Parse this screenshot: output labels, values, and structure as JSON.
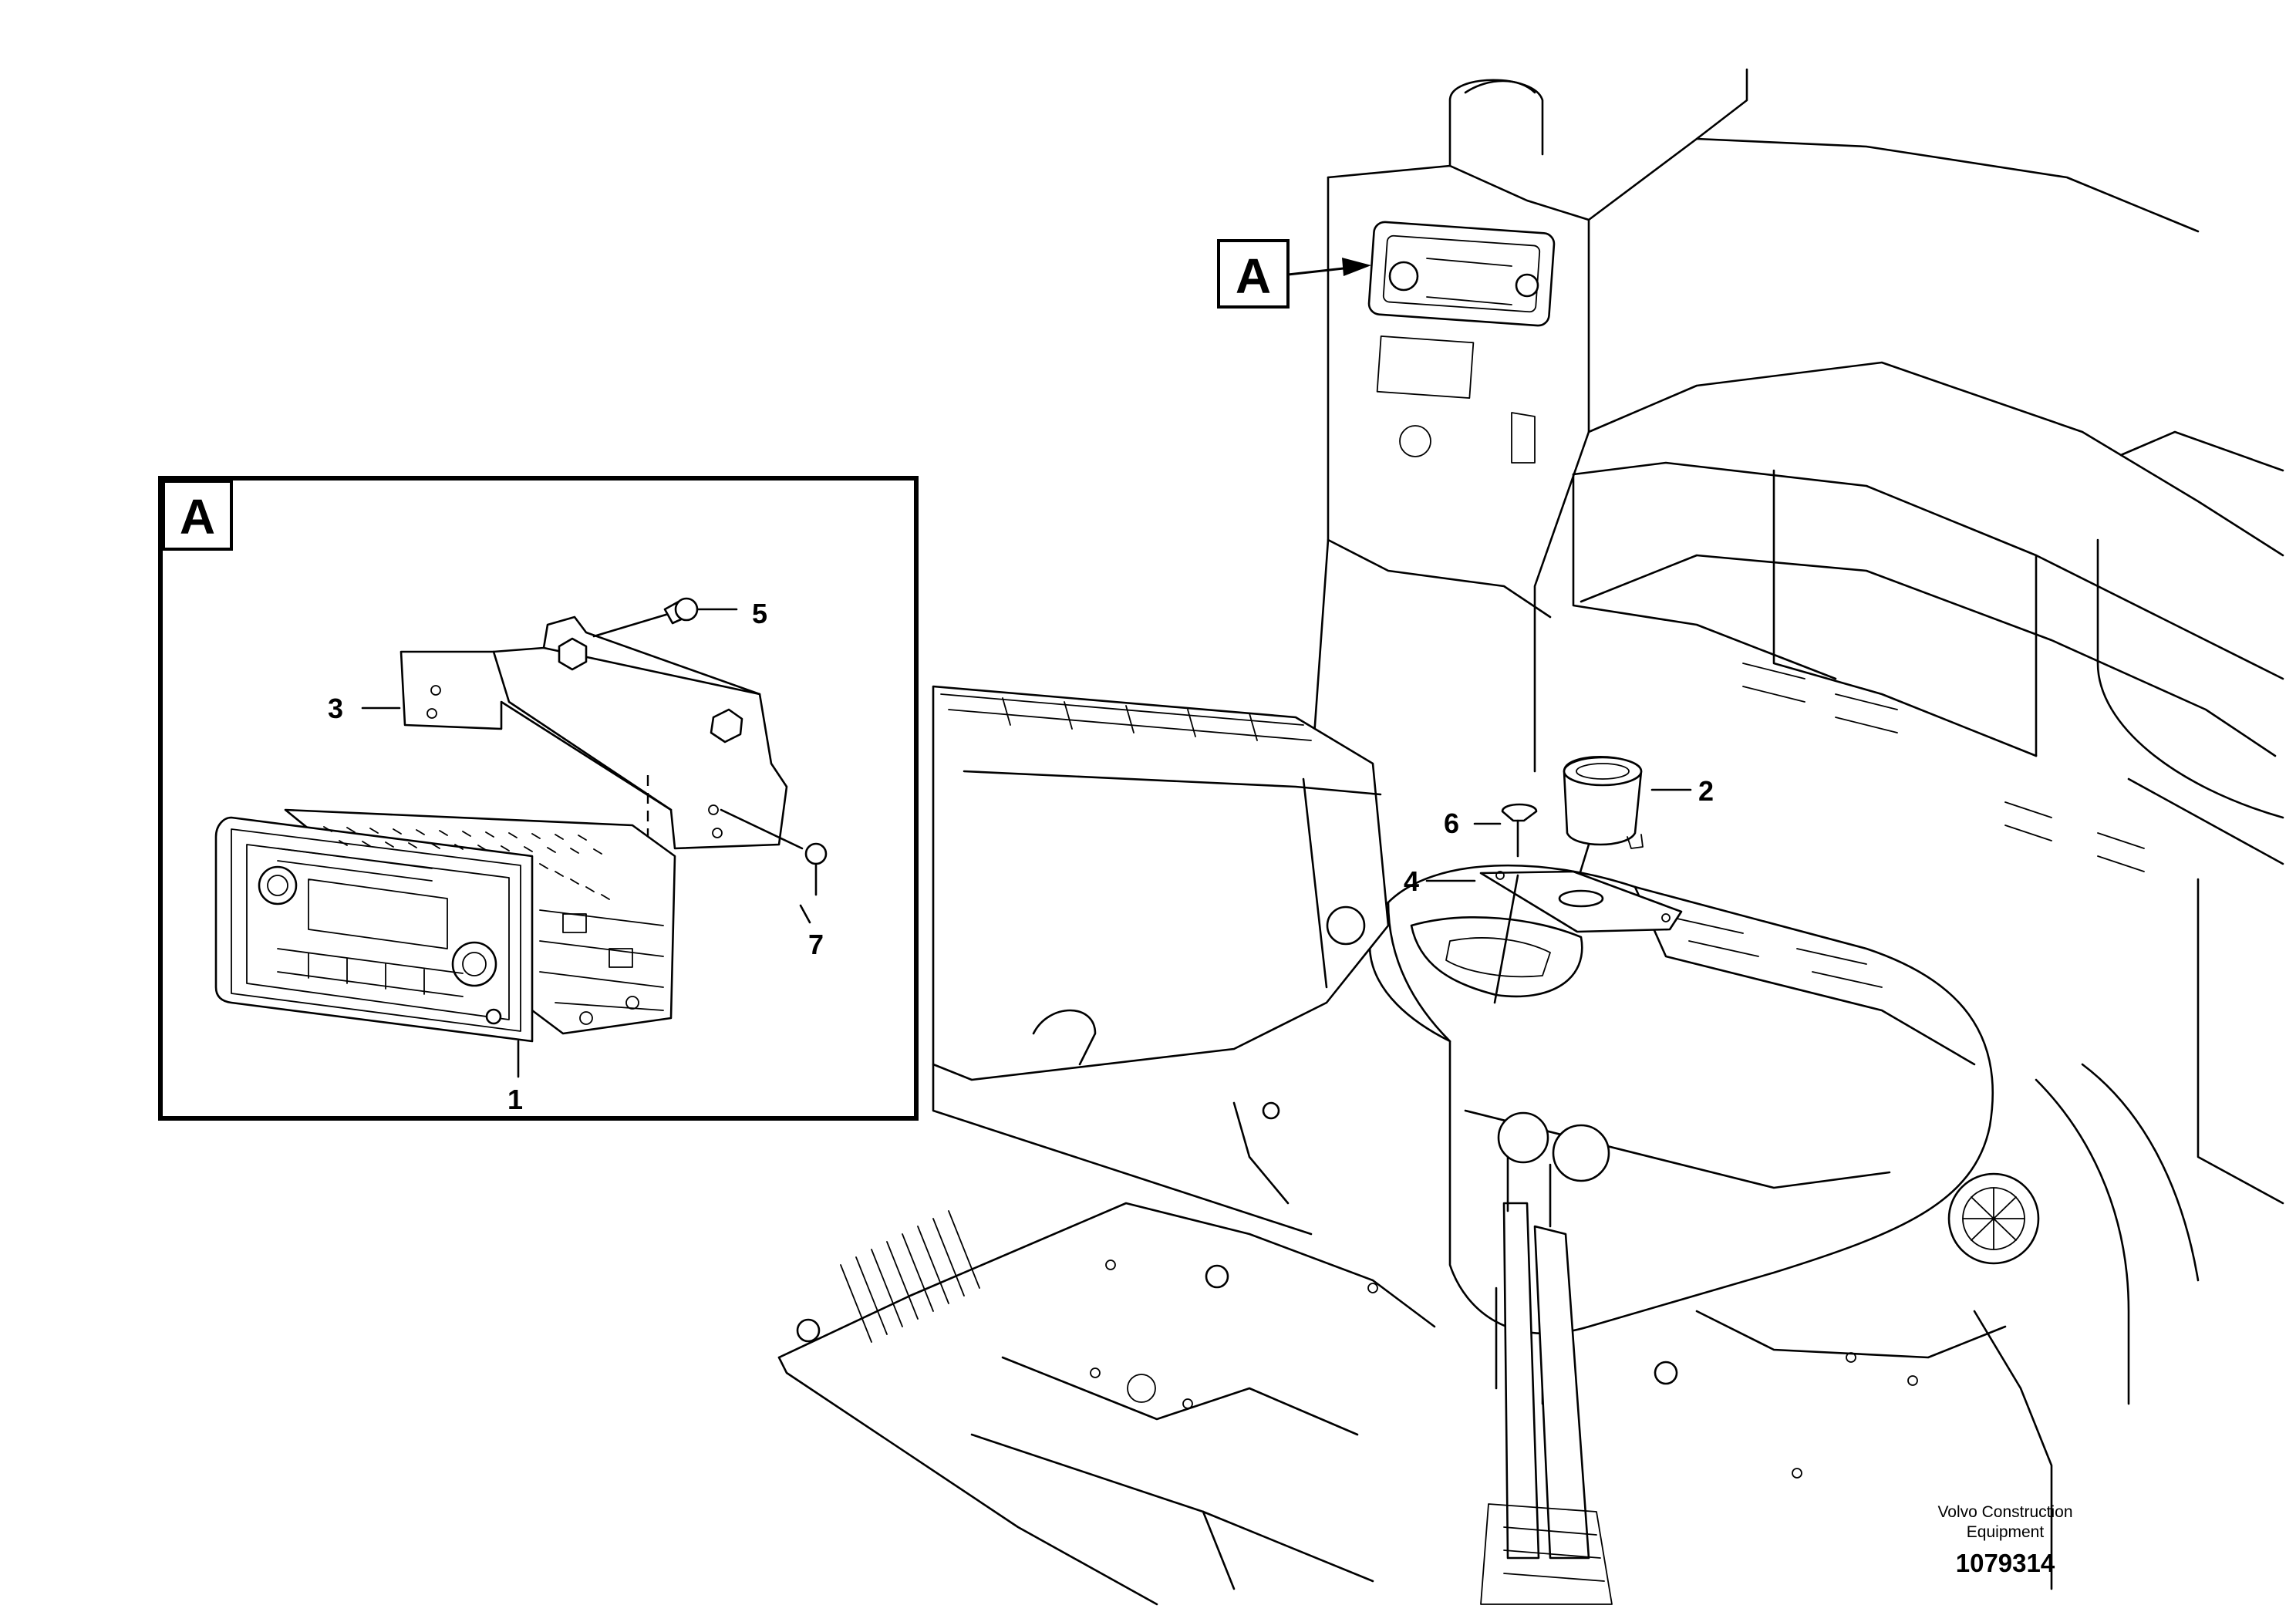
{
  "diagram": {
    "view_label": "A",
    "detail_label": "A",
    "callouts": {
      "c1": "1",
      "c2": "2",
      "c3": "3",
      "c4": "4",
      "c5": "5",
      "c6": "6",
      "c7": "7"
    }
  },
  "footer": {
    "brand_line1": "Volvo Construction",
    "brand_line2": "Equipment",
    "drawing_number": "1079314"
  }
}
